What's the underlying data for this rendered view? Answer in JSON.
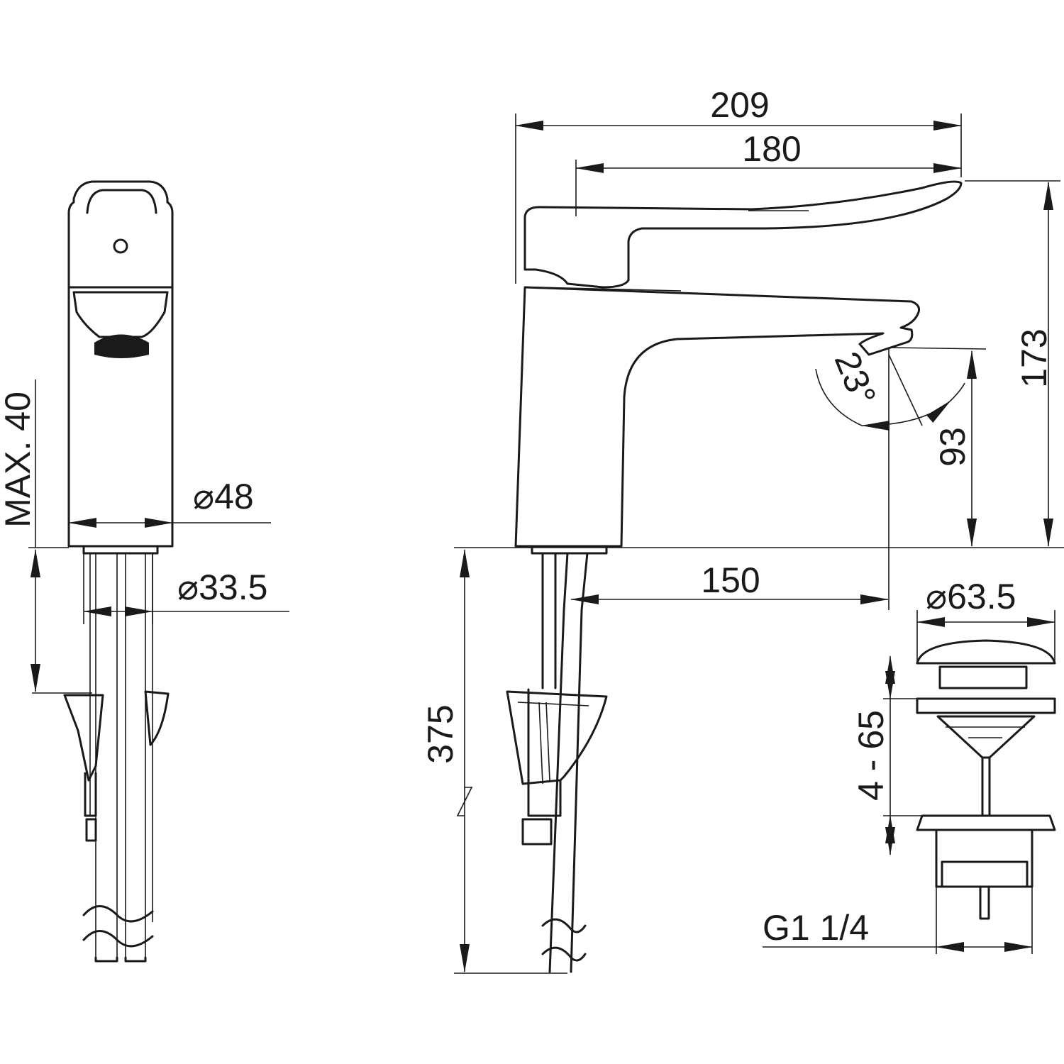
{
  "drawing": {
    "dimensions": {
      "overall_length": "209",
      "lever_length": "180",
      "total_height": "173",
      "spout_height": "93",
      "spout_angle": "23°",
      "spout_reach": "150",
      "hose_length": "375",
      "max_deck_thickness": "MAX. 40",
      "body_diameter": "⌀48",
      "shank_diameter": "⌀33.5",
      "waste_diameter": "⌀63.5",
      "waste_range": "4 - 65",
      "waste_thread": "G1 1/4"
    },
    "line_color": "#1a1a1a"
  }
}
